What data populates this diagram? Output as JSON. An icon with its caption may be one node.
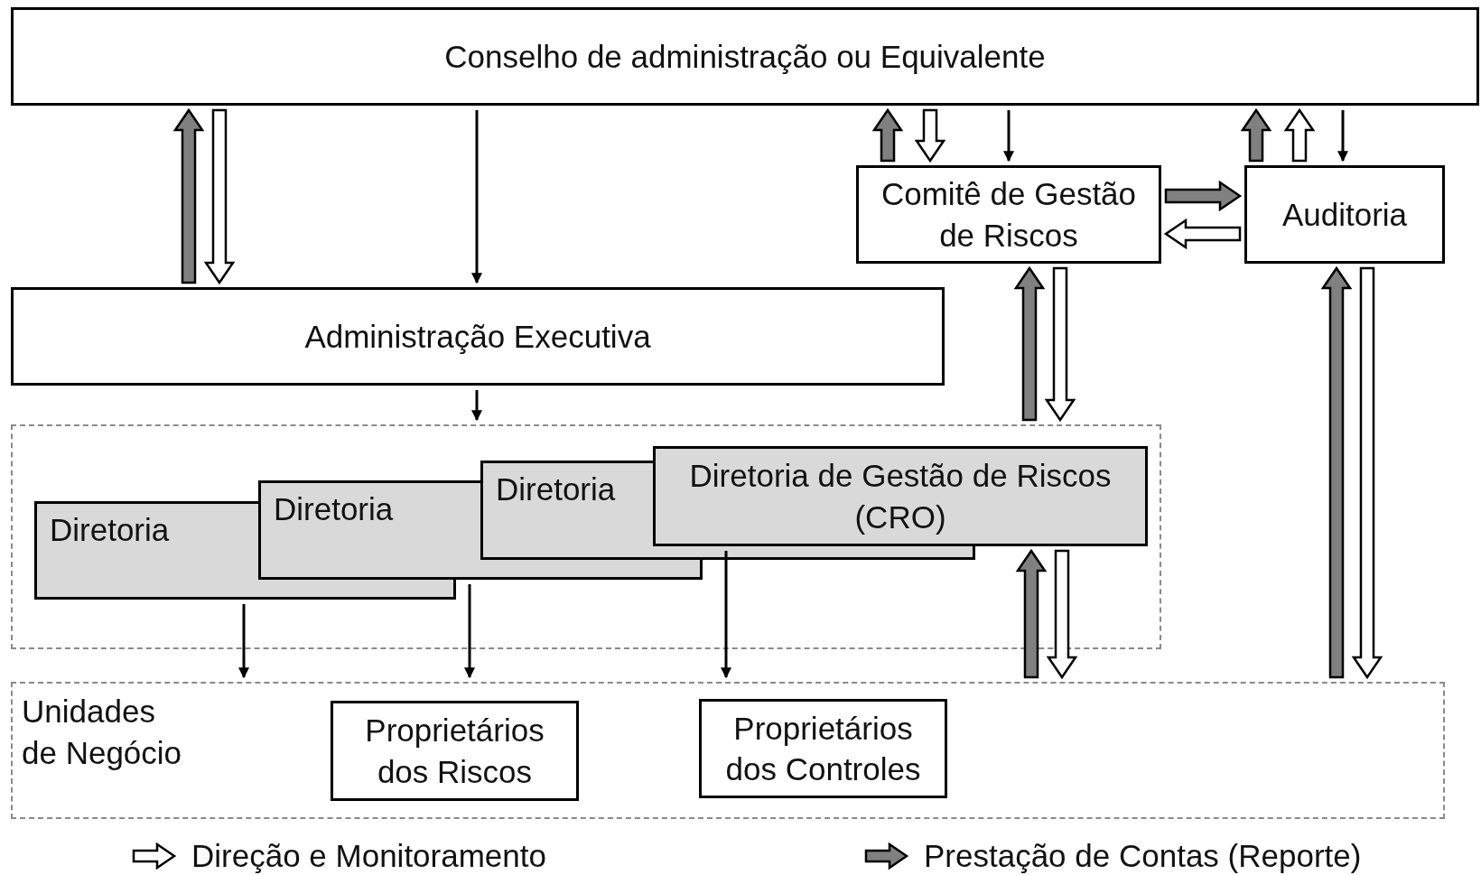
{
  "diagram": {
    "nodes": [
      {
        "text": [
          "Conselho de administração ou Equivalente"
        ]
      },
      {
        "text": [
          "Comitê de Gestão de Riscos"
        ]
      },
      {
        "text": [
          "Auditoria"
        ]
      },
      {
        "text": [
          "Administração Executiva"
        ]
      },
      {
        "text": [],
        "shape": "box"
      },
      {
        "text": [
          "Diretoria"
        ],
        "in": 4
      },
      {
        "text": [
          "Diretoria"
        ],
        "in": 4
      },
      {
        "text": [
          "Diretoria"
        ],
        "in": 4
      },
      {
        "text": [
          "Diretoria de Gestão de Riscos (CRO)"
        ],
        "in": 4
      },
      {
        "text": [
          "Unidades de Negócio"
        ]
      },
      {
        "text": [
          "Proprietários dos Riscos"
        ],
        "in": 9
      },
      {
        "text": [
          "Proprietários dos Controles"
        ],
        "in": 9
      }
    ],
    "edges": [
      {
        "from": 3,
        "to": 0,
        "arrow": "to",
        "style": "thick",
        "color": "#808080"
      },
      {
        "from": 0,
        "to": 3,
        "arrow": "to",
        "style": "thick"
      },
      {
        "from": 0,
        "to": 3,
        "arrow": "to"
      },
      {
        "from": 1,
        "to": 0,
        "arrow": "to",
        "style": "thick",
        "color": "#808080"
      },
      {
        "from": 0,
        "to": 1,
        "arrow": "to",
        "style": "thick"
      },
      {
        "from": 0,
        "to": 1,
        "arrow": "to"
      },
      {
        "from": 2,
        "to": 0,
        "arrow": "to",
        "style": "thick",
        "color": "#808080"
      },
      {
        "from": 2,
        "to": 0,
        "arrow": "to",
        "style": "thick"
      },
      {
        "from": 0,
        "to": 2,
        "arrow": "to"
      },
      {
        "from": 1,
        "to": 2,
        "arrow": "to",
        "style": "thick",
        "color": "#808080"
      },
      {
        "from": 2,
        "to": 1,
        "arrow": "to",
        "style": "thick"
      },
      {
        "from": 3,
        "to": 4,
        "arrow": "to"
      },
      {
        "from": 4,
        "to": 1,
        "arrow": "to",
        "style": "thick",
        "color": "#808080"
      },
      {
        "from": 1,
        "to": 4,
        "arrow": "to",
        "style": "thick"
      },
      {
        "from": 9,
        "to": 8,
        "arrow": "to",
        "style": "thick",
        "color": "#808080"
      },
      {
        "from": 8,
        "to": 9,
        "arrow": "to",
        "style": "thick"
      },
      {
        "from": 9,
        "to": 2,
        "arrow": "to",
        "style": "thick",
        "color": "#808080"
      },
      {
        "from": 2,
        "to": 9,
        "arrow": "to",
        "style": "thick"
      },
      {
        "from": 5,
        "to": 9,
        "arrow": "to"
      },
      {
        "from": 6,
        "to": 9,
        "arrow": "to"
      },
      {
        "from": 8,
        "to": 9,
        "arrow": "to"
      }
    ],
    "legend": [
      {
        "text": "Direção e Monitoramento"
      },
      {
        "text": "Prestação de Contas (Reporte)"
      }
    ]
  }
}
